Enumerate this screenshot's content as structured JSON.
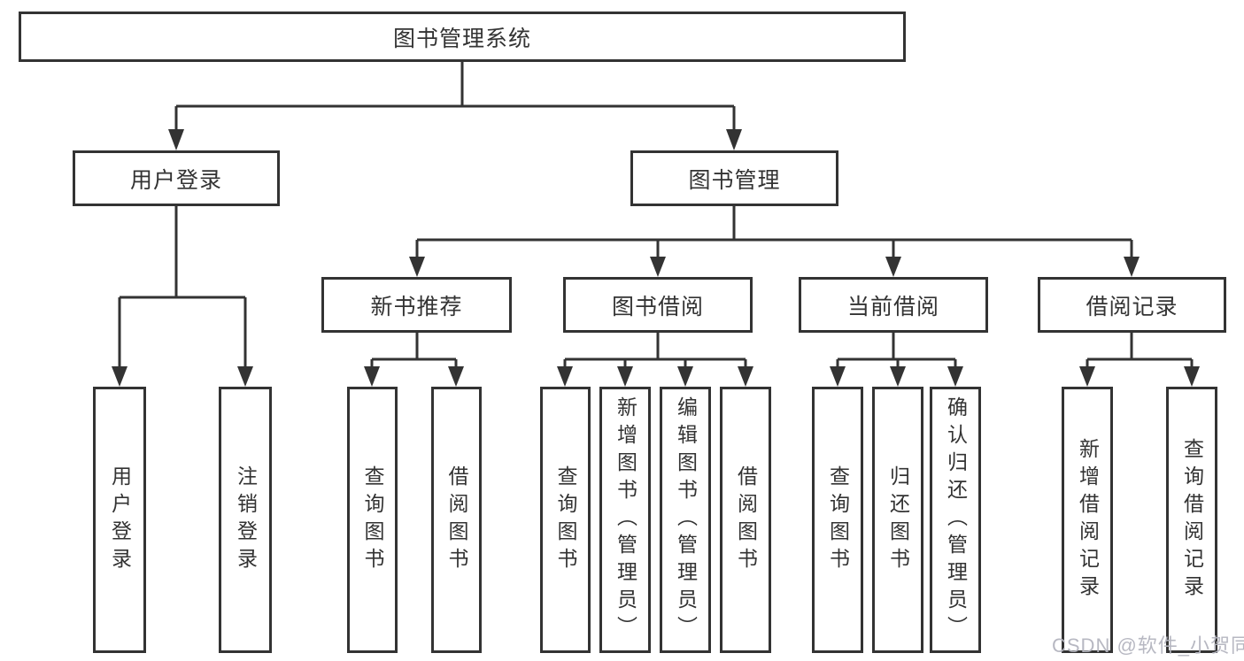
{
  "colors": {
    "line": "#333333",
    "text": "#333333",
    "box_bg": "#ffffff",
    "watermark": "#b4b5bf",
    "background": "#ffffff"
  },
  "root": {
    "label": "图书管理系统"
  },
  "level2": {
    "user_login": {
      "label": "用户登录"
    },
    "book_mgmt": {
      "label": "图书管理"
    }
  },
  "user_login_children": [
    "用户登录",
    "注销登录"
  ],
  "book_mgmt_sections": [
    {
      "label": "新书推荐",
      "children": [
        "查询图书",
        "借阅图书"
      ]
    },
    {
      "label": "图书借阅",
      "children": [
        "查询图书",
        "新增图书（管理员）",
        "编辑图书（管理员）",
        "借阅图书"
      ]
    },
    {
      "label": "当前借阅",
      "children": [
        "查询图书",
        "归还图书",
        "确认归还（管理员）"
      ]
    },
    {
      "label": "借阅记录",
      "children": [
        "新增借阅记录",
        "查询借阅记录"
      ]
    }
  ],
  "watermark": {
    "text": "CSDN @软件_小贺同学"
  }
}
